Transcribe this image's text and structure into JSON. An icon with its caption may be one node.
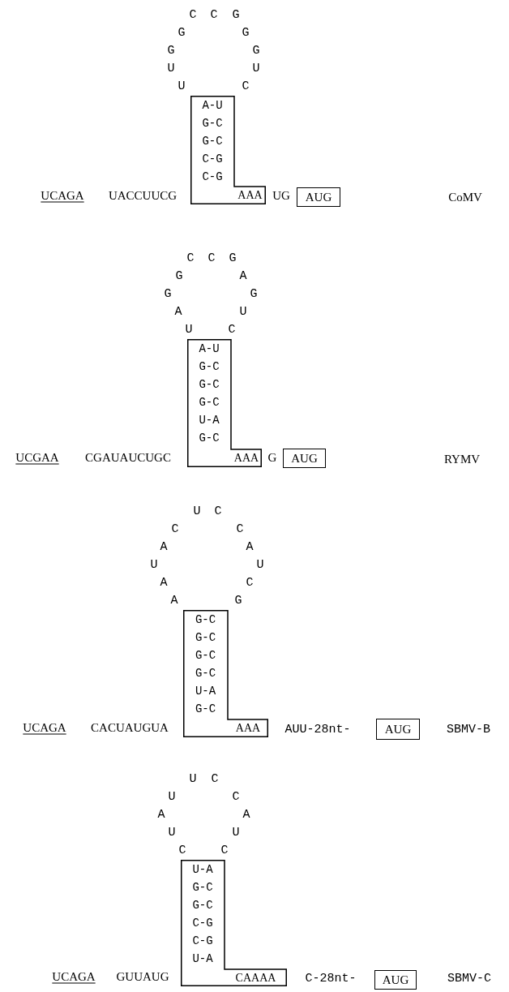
{
  "diagram": {
    "nodes": [
      {
        "text": [
          "A-U",
          "G-C",
          "G-C",
          "C-G",
          "C-G",
          "AAA"
        ]
      },
      {
        "text": [
          "AUG"
        ]
      },
      {
        "text": [
          "A-U",
          "G-C",
          "G-C",
          "G-C",
          "U-A",
          "G-C",
          "AAA"
        ]
      },
      {
        "text": [
          "AUG"
        ]
      },
      {
        "text": [
          "G-C",
          "G-C",
          "G-C",
          "G-C",
          "U-A",
          "G-C",
          "AAA"
        ]
      },
      {
        "text": [
          "AUG"
        ]
      },
      {
        "text": [
          "U-A",
          "G-C",
          "G-C",
          "C-G",
          "C-G",
          "U-A",
          "CAAAA"
        ]
      },
      {
        "text": [
          "AUG"
        ]
      }
    ],
    "labels": [
      "C",
      "C",
      "G",
      "G",
      "G",
      "G",
      "G",
      "U",
      "U",
      "U",
      "C",
      "UCAGA",
      "UACCUUCG",
      "UG",
      "CoMV",
      "C",
      "C",
      "G",
      "G",
      "A",
      "G",
      "G",
      "A",
      "U",
      "U",
      "C",
      "UCGAA",
      "CGAUAUCUGC",
      "G",
      "RYMV",
      "U",
      "C",
      "C",
      "C",
      "A",
      "A",
      "U",
      "U",
      "A",
      "C",
      "A",
      "G",
      "UCAGA",
      "CACUAUGUA",
      "AUU-28nt-",
      "SBMV-B",
      "U",
      "C",
      "U",
      "C",
      "A",
      "A",
      "U",
      "U",
      "C",
      "C",
      "UCAGA",
      "GUUAUG",
      "C-28nt-",
      "SBMV-C"
    ]
  }
}
